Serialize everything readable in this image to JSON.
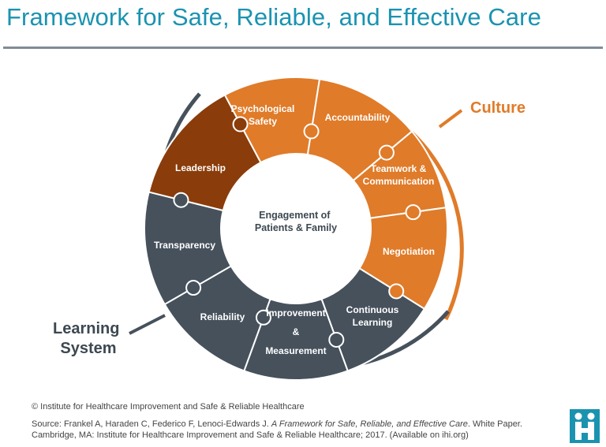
{
  "title": "Framework for Safe, Reliable, and Effective Care",
  "center": {
    "line1": "Engagement of",
    "line2": "Patients & Family"
  },
  "culture_label": "Culture",
  "learning_system_label": {
    "line1": "Learning",
    "line2": "System"
  },
  "segments": [
    {
      "id": "psych",
      "lines": [
        "Psychological",
        "Safety"
      ]
    },
    {
      "id": "account",
      "lines": [
        "Accountability"
      ]
    },
    {
      "id": "team",
      "lines": [
        "Teamwork &",
        "Communication"
      ]
    },
    {
      "id": "neg",
      "lines": [
        "Negotiation"
      ]
    },
    {
      "id": "cont",
      "lines": [
        "Continuous",
        "Learning"
      ]
    },
    {
      "id": "improve",
      "lines": [
        "Improvement",
        "&",
        "Measurement"
      ]
    },
    {
      "id": "reliab",
      "lines": [
        "Reliability"
      ]
    },
    {
      "id": "transp",
      "lines": [
        "Transparency"
      ]
    },
    {
      "id": "lead",
      "lines": [
        "Leadership"
      ]
    }
  ],
  "colors": {
    "title": "#1a93b0",
    "culture": "#e07b29",
    "learning": "#46515c",
    "leadership": "#8a3c0a"
  },
  "footer": {
    "copyright": "© Institute for Healthcare Improvement and Safe & Reliable Healthcare",
    "source_prefix": "Source: Frankel A, Haraden C, Federico F, Lenoci-Edwards J. ",
    "source_title": "A Framework for Safe, Reliable, and Effective Care",
    "source_suffix": ". White Paper. Cambridge, MA: Institute for Healthcare Improvement and Safe & Reliable Healthcare; 2017. (Available on ihi.org)"
  },
  "logo_icon": "ihi-logo-icon"
}
